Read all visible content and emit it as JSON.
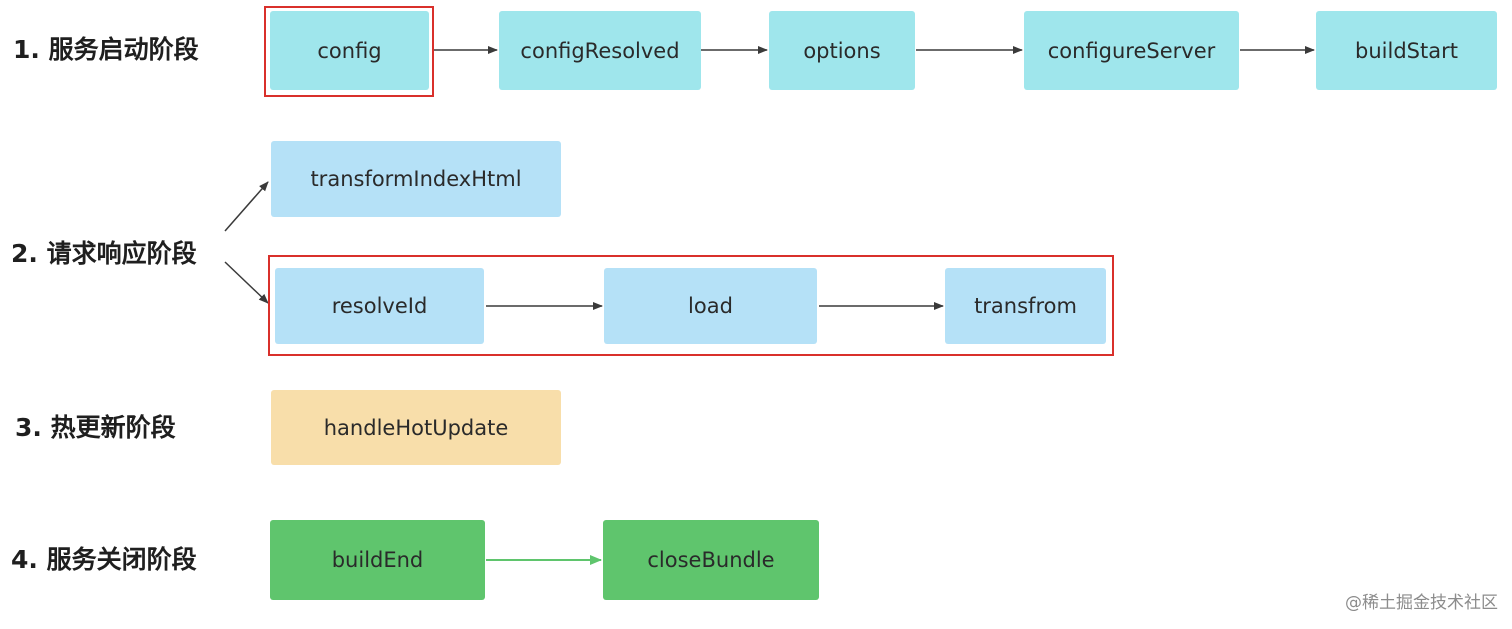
{
  "stages": [
    {
      "label": "1. 服务启动阶段",
      "nodes": [
        "config",
        "configResolved",
        "options",
        "configureServer",
        "buildStart"
      ]
    },
    {
      "label": "2. 请求响应阶段",
      "nodes": [
        "transformIndexHtml",
        "resolveId",
        "load",
        "transfrom"
      ]
    },
    {
      "label": "3. 热更新阶段",
      "nodes": [
        "handleHotUpdate"
      ]
    },
    {
      "label": "4. 服务关闭阶段",
      "nodes": [
        "buildEnd",
        "closeBundle"
      ]
    }
  ],
  "colors": {
    "stage1": "#9fe6ec",
    "stage2": "#b5e1f7",
    "stage3": "#f8deaa",
    "stage4": "#5fc56d",
    "highlight": "#d9302b",
    "arrow": "#3a3a3a",
    "arrow_green": "#5fc56d"
  },
  "watermark": "@稀土掘金技术社区"
}
